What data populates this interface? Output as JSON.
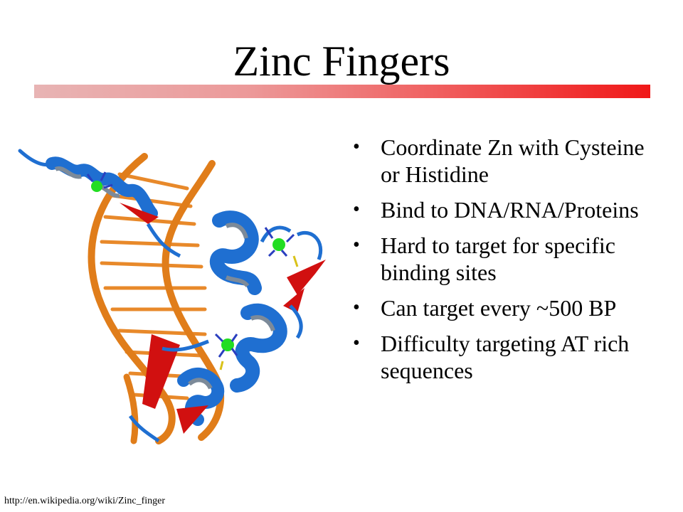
{
  "slide": {
    "title": "Zinc Fingers",
    "bullets": [
      "Coordinate Zn with Cysteine or Histidine",
      "Bind to DNA/RNA/Proteins",
      "Hard to target for specific binding sites",
      "Can target every ~500 BP",
      "Difficulty targeting AT rich sequences"
    ],
    "bullet_glyph": "•",
    "source_url": "http://en.wikipedia.org/wiki/Zinc_finger"
  },
  "colors": {
    "dna_backbone": "#e07d1a",
    "dna_base": "#e8892a",
    "helix_blue": "#1f6fd1",
    "helix_shadow": "#7c8a99",
    "sheet_red": "#d11010",
    "zinc_green": "#22dd22",
    "title_bar_start": "#e8b4b4",
    "title_bar_end": "#f01818"
  }
}
